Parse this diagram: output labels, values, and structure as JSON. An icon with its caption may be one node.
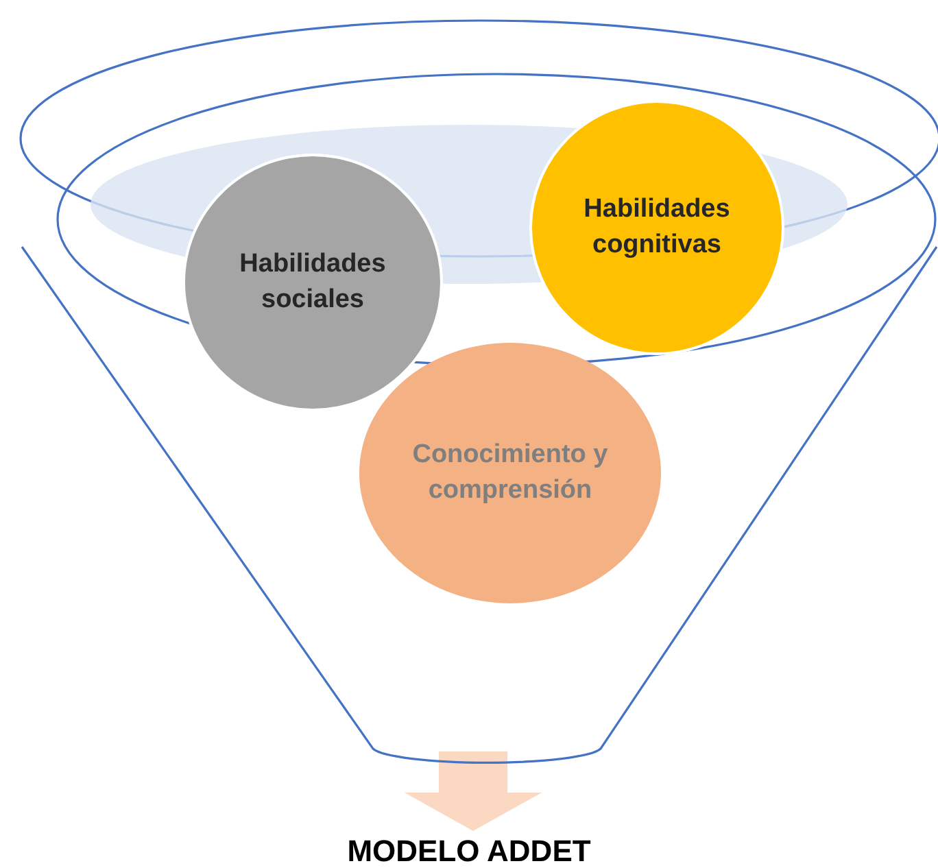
{
  "diagram": {
    "nodes": [
      {
        "text": [],
        "shape": "funnel"
      },
      {
        "text": [
          "Habilidades sociales"
        ],
        "in": 0
      },
      {
        "text": [
          "Habilidades cognitivas"
        ],
        "in": 0
      },
      {
        "text": [
          "Conocimiento y comprensión"
        ],
        "in": 0
      },
      {
        "text": [
          "MODELO ADDET"
        ]
      }
    ],
    "edges": [
      {
        "from": 0,
        "to": 4,
        "arrow": "to"
      }
    ]
  }
}
